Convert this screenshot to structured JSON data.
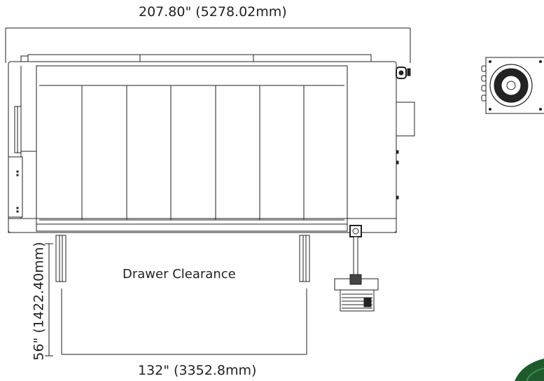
{
  "dimensions": {
    "overall_width": "207.80\" (5278.02mm)",
    "drawer_width": "132\" (3352.8mm)",
    "drawer_depth": "56\" (1422.40mm)"
  },
  "drawer_label": "Drawer Clearance",
  "colors": {
    "line": "#222222",
    "accent_green": "#1e5a2c"
  },
  "chart_data": {
    "type": "diagram",
    "title": "",
    "panel_count": 7
  }
}
